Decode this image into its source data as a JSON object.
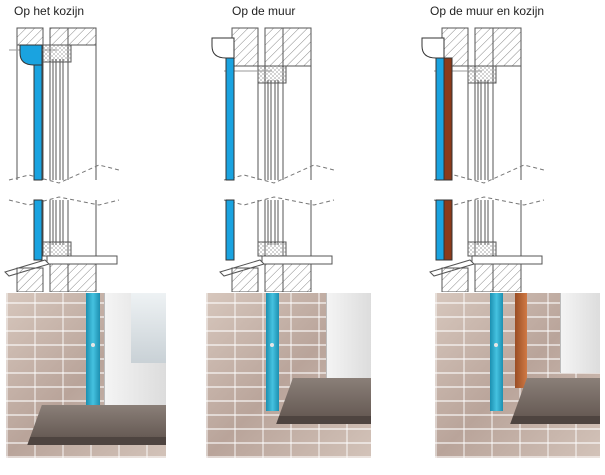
{
  "columns": [
    {
      "title": "Op het kozijn",
      "variant": "kozijn"
    },
    {
      "title": "Op de muur",
      "variant": "muur"
    },
    {
      "title": "Op de muur en kozijn",
      "variant": "muur-kozijn"
    }
  ],
  "colors": {
    "profile": "#1aa3e0",
    "wood": "#8b3a1a",
    "hatch": "#888888"
  }
}
